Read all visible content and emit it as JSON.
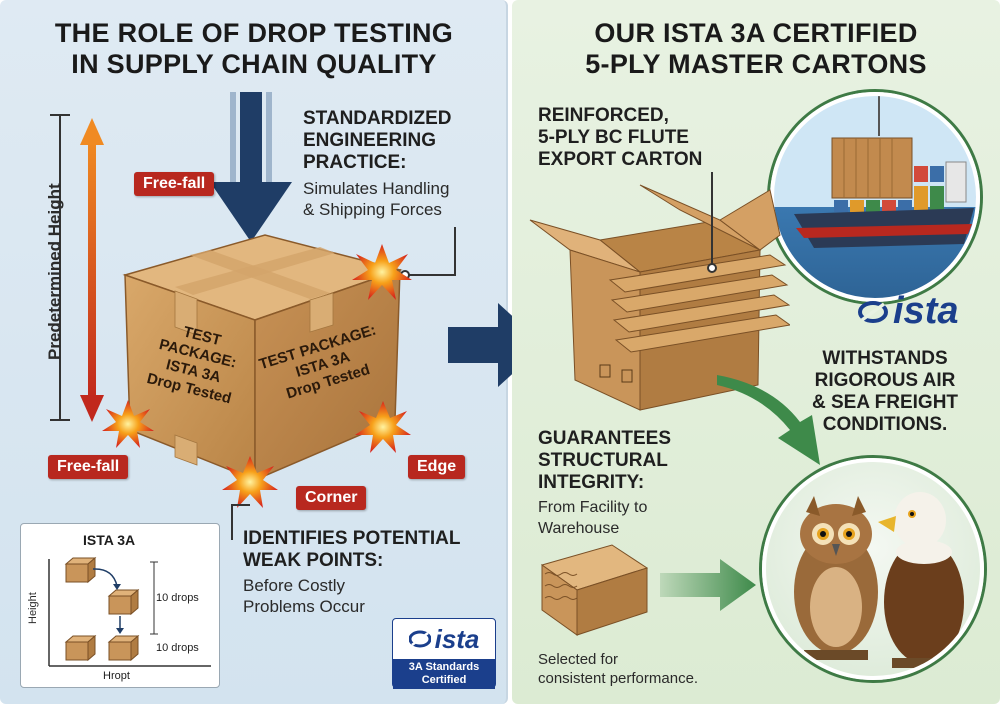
{
  "left": {
    "title_line1": "THE ROLE OF DROP TESTING",
    "title_line2": "IN SUPPLY CHAIN QUALITY",
    "vertical_label": "Predetermined Height",
    "tag_freefall_top": "Free-fall",
    "tag_freefall_bottom": "Free-fall",
    "tag_edge": "Edge",
    "tag_corner": "Corner",
    "practice_heading_1": "STANDARDIZED",
    "practice_heading_2": "ENGINEERING",
    "practice_heading_3": "PRACTICE:",
    "practice_body_1": "Simulates Handling",
    "practice_body_2": "& Shipping Forces",
    "box_face_left": [
      "TEST PACKAGE:",
      "ISTA 3A",
      "Drop Tested"
    ],
    "box_face_right": [
      "TEST PACKAGE:",
      "ISTA 3A",
      "Drop Tested"
    ],
    "weak_heading_1": "IDENTIFIES POTENTIAL",
    "weak_heading_2": "WEAK POINTS:",
    "weak_body_1": "Before Costly",
    "weak_body_2": "Problems Occur",
    "inset": {
      "title": "ISTA 3A",
      "y_label": "Height",
      "x_label": "Hropt",
      "drops_upper": "10 drops",
      "drops_lower": "10 drops"
    },
    "badge": {
      "logo": "ista",
      "line1": "3A Standards",
      "line2": "Certified"
    }
  },
  "right": {
    "title_line1": "OUR ISTA 3A CERTIFIED",
    "title_line2": "5-PLY MASTER CARTONS",
    "reinforced_1": "REINFORCED,",
    "reinforced_2": "5-PLY BC FLUTE",
    "reinforced_3": "EXPORT CARTON",
    "logo": "ista",
    "withstands_1": "WITHSTANDS",
    "withstands_2": "RIGOROUS AIR",
    "withstands_3": "& SEA FREIGHT",
    "withstands_4": "CONDITIONS.",
    "guarantees_1": "GUARANTEES",
    "guarantees_2": "STRUCTURAL",
    "guarantees_3": "INTEGRITY:",
    "guarantees_body_1": "From Facility to",
    "guarantees_body_2": "Warehouse",
    "selected_1": "Selected for",
    "selected_2": "consistent performance."
  },
  "colors": {
    "accent_red": "#b8281f",
    "ista_blue": "#1b3f8c",
    "cardboard": "#c9955a",
    "arrow_navy": "#1f3d66",
    "arrow_green": "#3e8a4a",
    "arrow_orange": "#e8701e"
  }
}
